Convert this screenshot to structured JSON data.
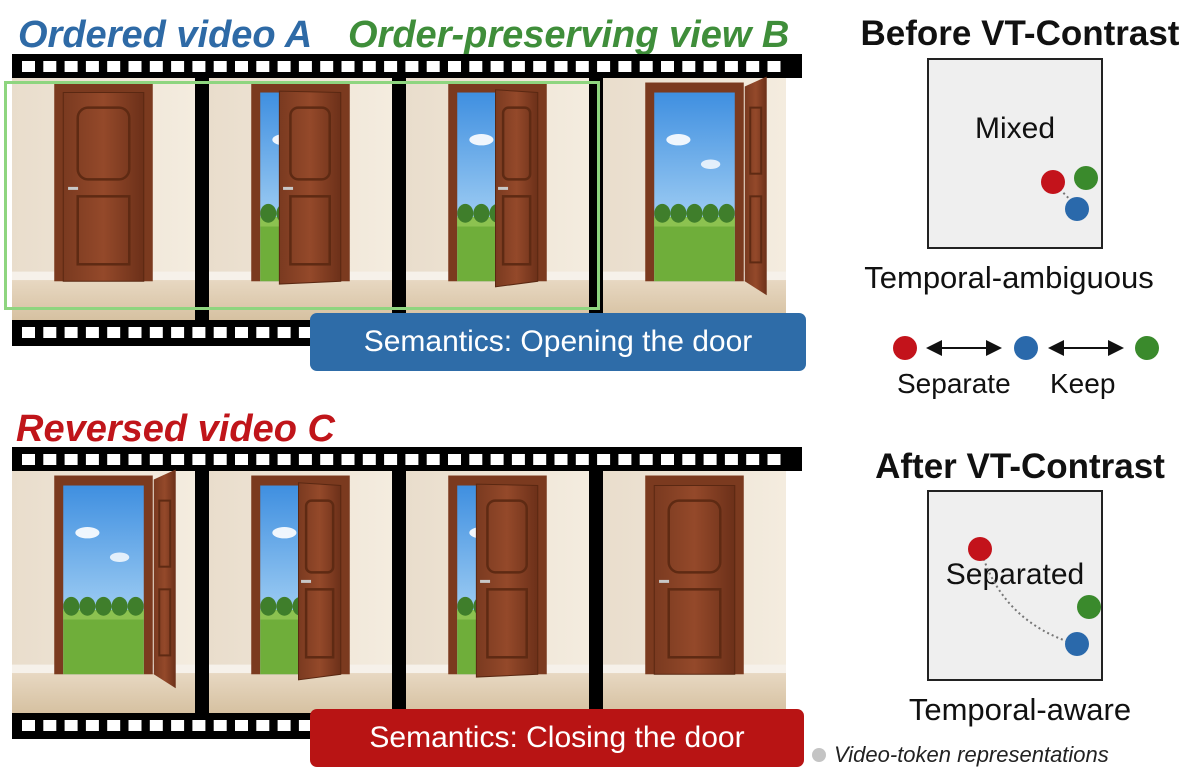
{
  "labels": {
    "ordered": "Ordered video A",
    "order_preserving": "Order-preserving view B",
    "reversed": "Reversed video C"
  },
  "semantics": {
    "top": "Semantics: Opening the door",
    "bottom": "Semantics: Closing the door"
  },
  "before_panel": {
    "title": "Before VT-Contrast",
    "inner": "Mixed",
    "caption": "Temporal-ambiguous"
  },
  "after_panel": {
    "title": "After VT-Contrast",
    "inner": "Separated",
    "caption": "Temporal-aware"
  },
  "legend": {
    "separate": "Separate",
    "keep": "Keep"
  },
  "footnote": "Video-token representations",
  "colors": {
    "red": "#c3131b",
    "blue": "#2a69ab",
    "green": "#3a8a2c",
    "grey": "#c4c4c4",
    "view_box": "#8ed57f"
  },
  "frames": {
    "top_door_open_fraction": [
      0.0,
      0.33,
      0.66,
      1.0
    ],
    "bottom_door_open_fraction": [
      1.0,
      0.66,
      0.33,
      0.0
    ]
  }
}
